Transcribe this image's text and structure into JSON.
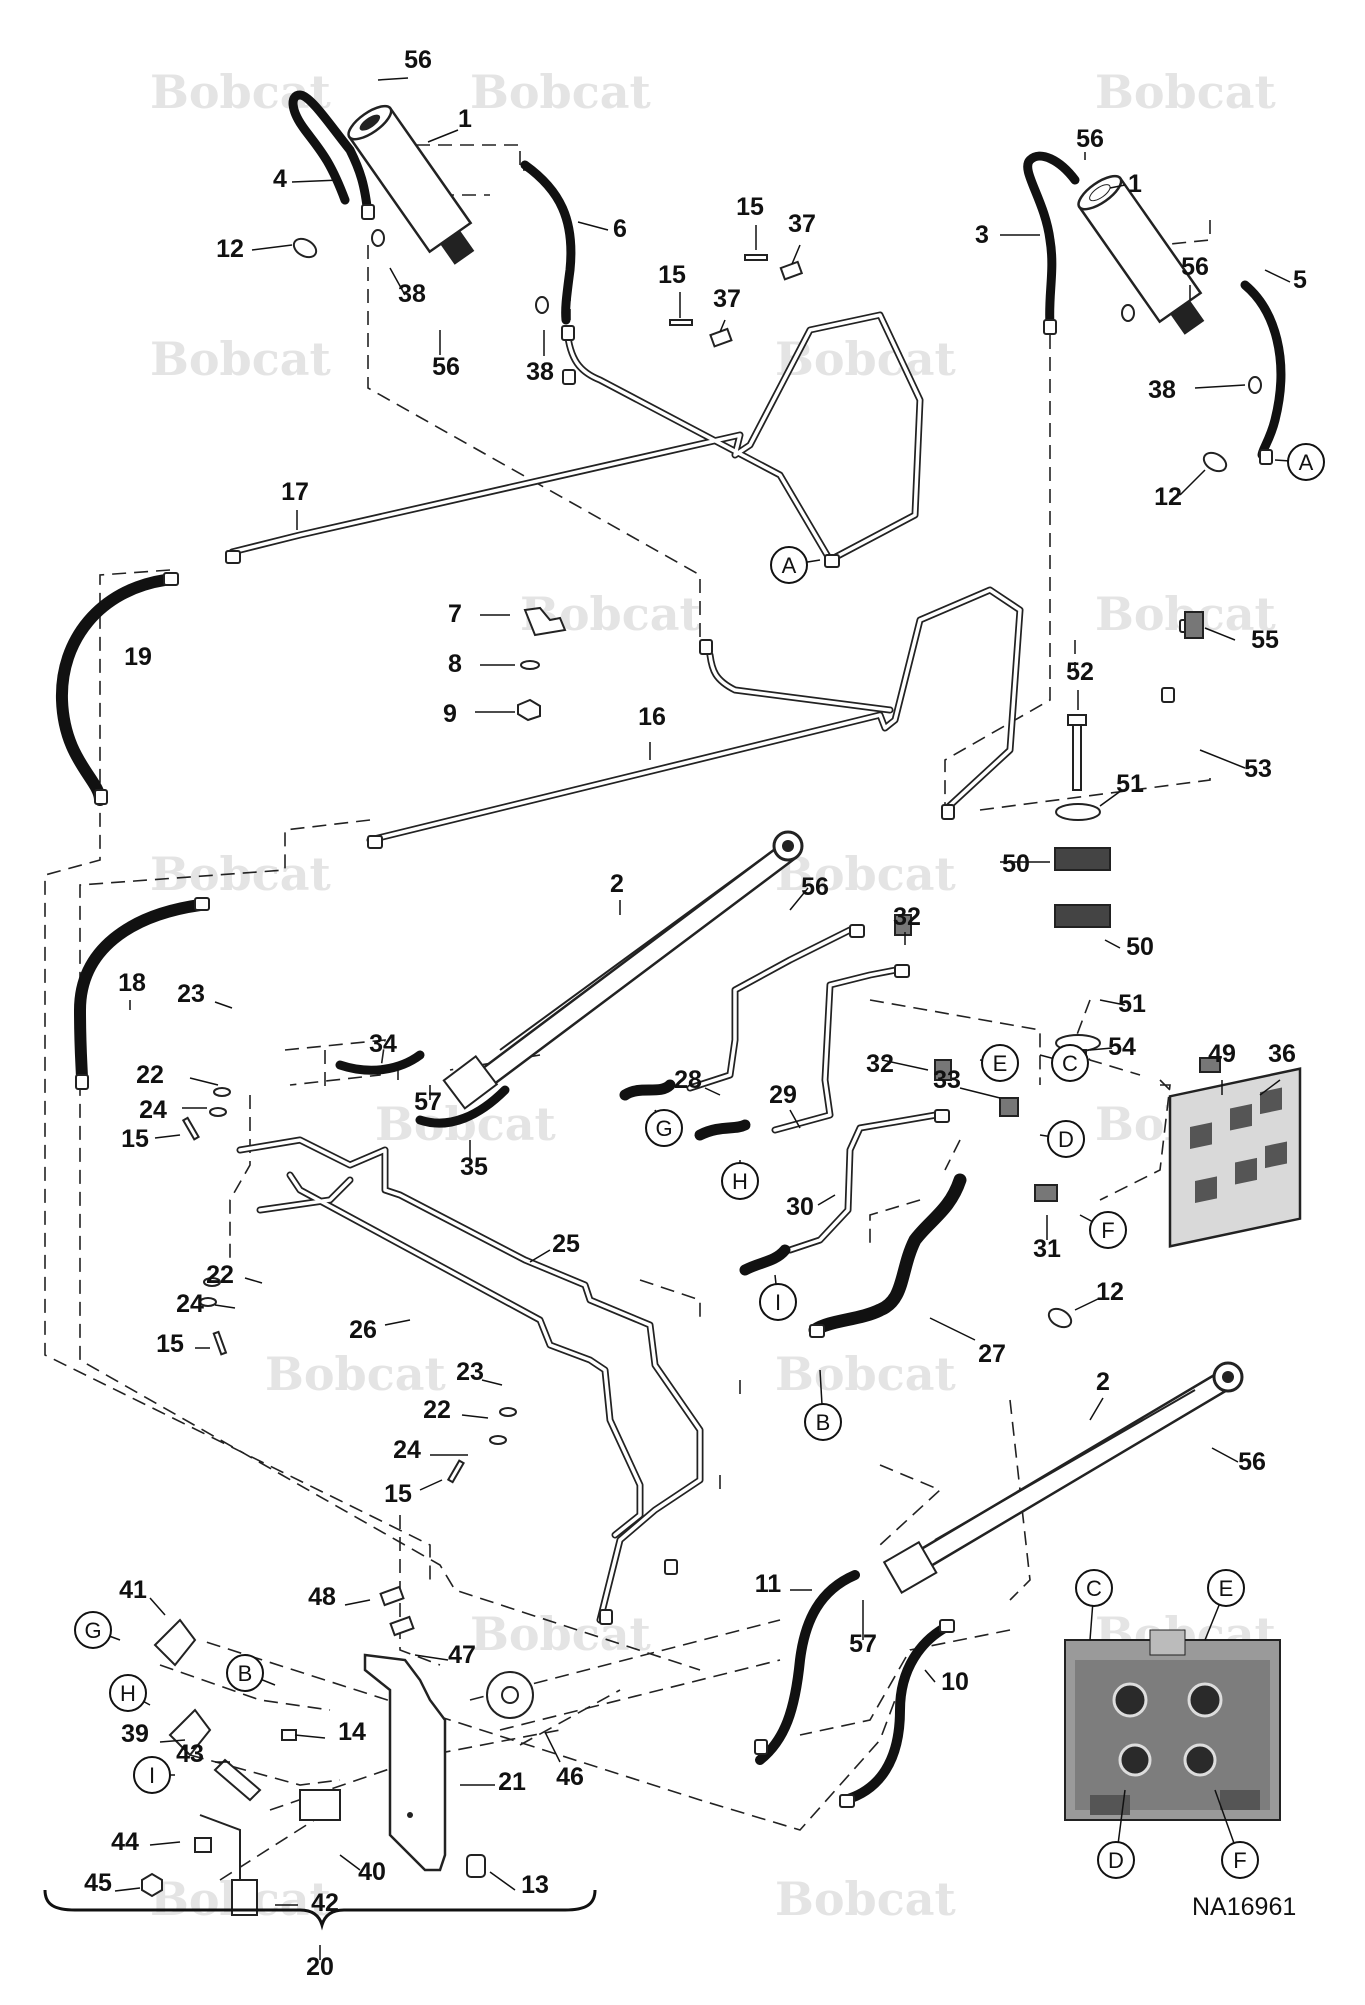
{
  "watermark": "Bobcat",
  "reference_number": "NA16961",
  "callout_letters": [
    "A",
    "A",
    "B",
    "B",
    "C",
    "C",
    "D",
    "D",
    "E",
    "E",
    "F",
    "F",
    "G",
    "G",
    "H",
    "H",
    "I",
    "I"
  ],
  "part_numbers": [
    "1",
    "2",
    "3",
    "4",
    "5",
    "6",
    "7",
    "8",
    "9",
    "10",
    "11",
    "12",
    "13",
    "14",
    "15",
    "16",
    "17",
    "18",
    "19",
    "20",
    "21",
    "22",
    "23",
    "24",
    "25",
    "26",
    "27",
    "28",
    "29",
    "30",
    "31",
    "32",
    "33",
    "34",
    "35",
    "36",
    "37",
    "38",
    "39",
    "40",
    "41",
    "42",
    "43",
    "44",
    "45",
    "46",
    "47",
    "48",
    "49",
    "50",
    "51",
    "52",
    "53",
    "54",
    "55",
    "56",
    "57"
  ]
}
